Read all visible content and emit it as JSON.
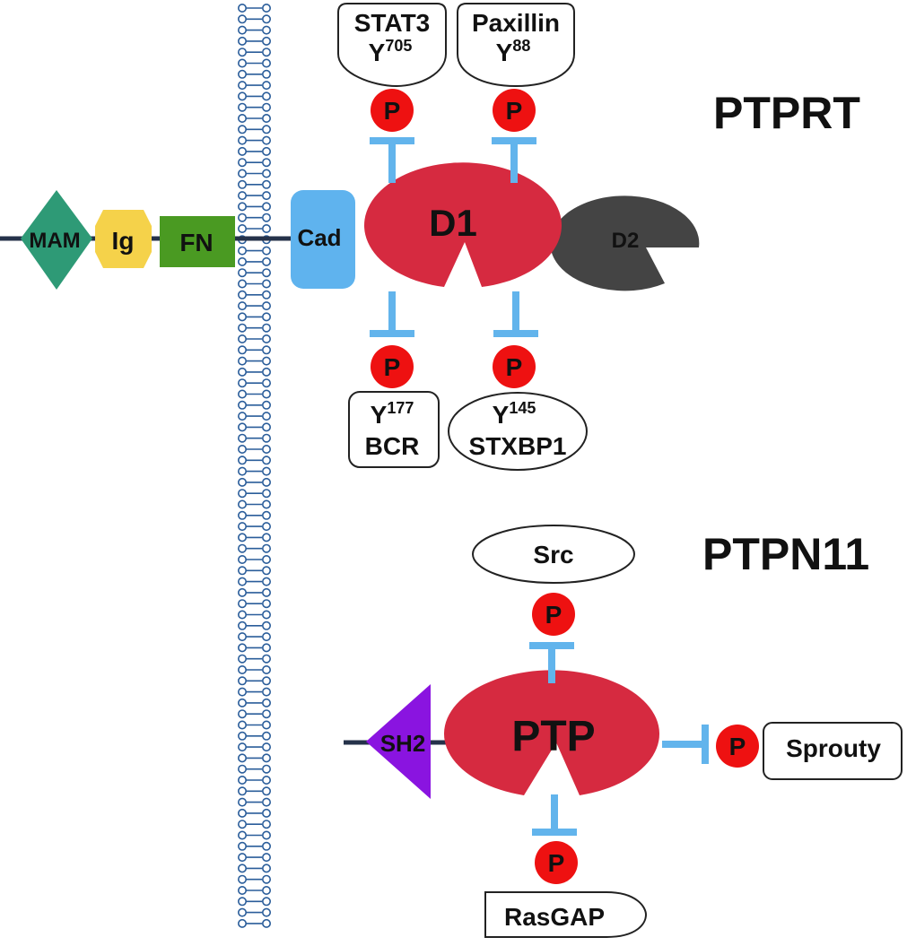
{
  "colors": {
    "background": "#ffffff",
    "membrane": "#2a5d9a",
    "backbone": "#25324a",
    "mam": "#2e9a76",
    "ig": "#f5d24a",
    "fn": "#4a9a22",
    "cad": "#5fb3ee",
    "catalytic": "#d62a40",
    "d2": "#444444",
    "sh2": "#8a14e0",
    "inhibit": "#62b4ec",
    "phospho": "#ee1111"
  },
  "titles": {
    "ptprt": "PTPRT",
    "ptpn11": "PTPN11"
  },
  "ptprt": {
    "domains": {
      "mam": "MAM",
      "ig": "Ig",
      "fn": "FN",
      "cad": "Cad",
      "d1": "D1",
      "d2": "D2"
    },
    "substrates": {
      "stat3": {
        "name": "STAT3",
        "site": "Y",
        "residue": "705"
      },
      "paxillin": {
        "name": "Paxillin",
        "site": "Y",
        "residue": "88"
      },
      "bcr": {
        "name": "BCR",
        "site": "Y",
        "residue": "177"
      },
      "stxbp1": {
        "name": "STXBP1",
        "site": "Y",
        "residue": "145"
      }
    }
  },
  "ptpn11": {
    "domains": {
      "sh2": "SH2",
      "ptp": "PTP"
    },
    "substrates": {
      "src": "Src",
      "sprouty": "Sprouty",
      "rasgap": "RasGAP"
    }
  },
  "phospho_label": "P"
}
